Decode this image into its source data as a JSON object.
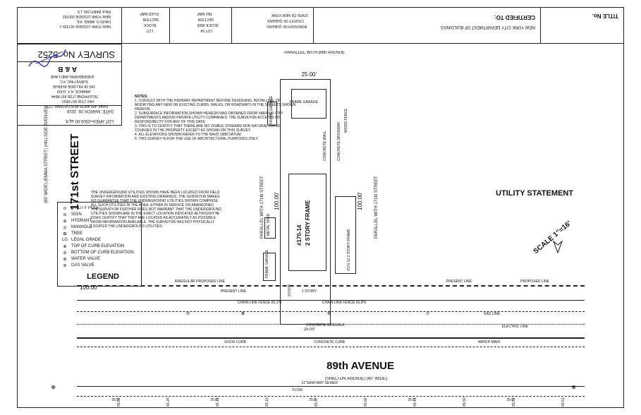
{
  "title_block": {
    "title_no_label": "TITLE No.",
    "certified_to_label": "CERTIFIED TO:",
    "certified_to_value": "NEW YORK CITY DEPARTMENT OF BUILDINGS"
  },
  "location_block": {
    "state": "STATE OF NEW YORK",
    "county": "COUNTY OF QUEENS",
    "borough": "BOROUGH OF QUEENS",
    "tax_map": "TAX MAP",
    "section": "SECTION",
    "block": "BLOCK 9805",
    "lot": "LOT 54",
    "filed_map": "FILED MAP",
    "section2": "SECTION",
    "block2": "BLOCK",
    "lot2": "LOT"
  },
  "surveyor": {
    "name1": "PAUL BARYLSKI, LS",
    "license1": "NEW YORK LICENSE 050782",
    "name2": "DAVID O. ABADI, P.E.",
    "license2": "NEW YORK LICENSE 067335-1",
    "survey_no": "SURVEY No. 5252",
    "date": "DATE: MARCH 28, 2018",
    "lot_area": "LOT AREA=2500.00 sq.ft."
  },
  "firm": {
    "name": "A & B",
    "line1": "ENGINEERING AND LAND",
    "line2": "SURVEYING, P.C.",
    "line3": "150-18 HILLSIDE AVENUE",
    "line4": "JAMAICA, N.Y. 11432",
    "line5": "TELEPHONE (718) 657-8644",
    "line6": "FAX (718) 657-8553",
    "line7": "EMAIL ABLANDSURVEY@GMAIL.COM"
  },
  "notes": {
    "heading": "NOTES:",
    "lines": [
      "1. CONSULT WITH THE HIGHWAY DEPARTMENT BEFORE DESIGNING, INSTALLING, OR",
      "MODIFYING ANY NEW OR EXISTING CURBS, WALKS, OR ROADWAYS IN THE STREETS SHOWN",
      "HEREON.",
      "2. SUBSURFACE INFORMATION SHOWN HEREON WAS OBTAINED FROM VARIOUS CITY",
      "DEPARTMENTS AND/OR PRIVATE UTILITY COMPANIES. THE SURVEYOR ACCEPTS NO",
      "RESPONSIBILITY FOR ANY OF THIS DATA.",
      "3. THIS IS TO CERTIFY THAT THERE ARE NO VISIBLE STREAMS NOR NATURAL WATER",
      "COURSES IN THE PROPERTY EXCEPT AS SHOWN ON THIS SURVEY.",
      "4. ALL ELEVATIONS SHOWN REFER TO THE NAVD 1988 DATUM.",
      "5. THIS SURVEY IS FOR THE USE OF ARCHITECTURAL PURPOSES ONLY."
    ]
  },
  "utility_statement": {
    "heading": "UTILITY STATEMENT",
    "lines": [
      "THE UNDERGROUND UTILITIES SHOWN HAVE BEEN LOCATED FROM FIELD",
      "SURVEY INFORMATION AND EXISTING DRAWINGS. THE SURVEYOR MAKES",
      "NO GUARANTEE THAT THE UNDERGROUND UTILITIES SHOWN COMPRISE",
      "ALL SUCH UTILITIES IN THE AREA, EITHER IN SERVICE OR ABANDONED.",
      "THE SURVEYOR FURTHER DOES NOT WARRANT THAT THE UNDERGROUND",
      "UTILITIES SHOWN ARE IN THE EXACT LOCATION INDICATED ALTHOUGH HE",
      "DOES CERTIFY THAT THEY ARE LOCATED AS ACCURATELY AS POSSIBLE",
      "FROM INFORMATION AVAILABLE. THE SURVEYOR HAS NOT PHYSICALLY",
      "LOCATED THE UNDERGROUND UTILITIES."
    ]
  },
  "scale": "SCALE 1\"=16'",
  "legend": {
    "heading": "LEGEND",
    "items": [
      {
        "symbol": "⊙",
        "label": "UTILITY POLE"
      },
      {
        "symbol": "⊖",
        "label": "SIGN"
      },
      {
        "symbol": "⊕",
        "label": "HYDRANT"
      },
      {
        "symbol": "◎",
        "label": "MANHOLE"
      },
      {
        "symbol": "✿",
        "label": "TREE"
      },
      {
        "symbol": "LG",
        "label": "LEGAL GRADE"
      },
      {
        "symbol": "⊗",
        "label": "TOP OF CURB ELEVATION"
      },
      {
        "symbol": "⊘",
        "label": "BOTTOM OF CURB ELEVATION"
      },
      {
        "symbol": "⊛",
        "label": "WATER VALVE"
      },
      {
        "symbol": "⊚",
        "label": "GAS VALVE"
      }
    ]
  },
  "streets": {
    "north_avenue": "PARALLEL WITH 89th AVENUE",
    "main_avenue": "89th AVENUE",
    "main_avenue_alt": "(SHELTON AVENUE) (60' WIDE)",
    "side_street": "171st STREET",
    "side_street_alt": "(60' WIDE) (EMMA STREET) (HILLSIDE AVENUE)",
    "parallel_left": "PARALLEL WITH 171th STREET",
    "parallel_right": "PARALLEL WITH 171th STREET"
  },
  "dimensions": {
    "lot_width_top": "25.00'",
    "lot_width_bottom": "25.00'",
    "lot_depth_left": "100.00'",
    "lot_depth_right": "100.00'",
    "corner_distance": "100.00'"
  },
  "buildings": {
    "main": "2 STORY FRAME",
    "main_number": "#170-14",
    "adjacent": "#170-12 2 STORY FRAME",
    "garage_rear": "FRAME GARAGE",
    "garage_left": "FRAME GARAGE",
    "frame_garage_far": "FRAME GARAGE",
    "shed": "METAL SHED",
    "wood_fence": "WOOD FENCE",
    "concrete_wall": "CONCRETE WALL",
    "concrete_driveway": "CONCRETE DRIVEWAY",
    "one_story": "1 STORY",
    "stoop": "STOOP"
  },
  "street_features": {
    "present_line": "PRESENT LINE",
    "proposed_line": "PROPOSED LINE",
    "irregular_line": "IRREGULAR PROPOSED LINE",
    "gas_line": "GAS LINE",
    "electric_line": "ELECTRIC LINE",
    "water_main": "WATER MAIN",
    "chain_fence_1": "CHAIN LINK FENCE 65.8'N",
    "chain_fence_2": "CHAIN LINK FENCE 65.1'N",
    "sidewalk": "CONCRETE SIDEWALK",
    "curb": "CONCRETE CURB",
    "sewer": "12\"SANITARY SEWER",
    "flow": "FLOW",
    "good_curb": "GOOD CURB"
  },
  "elevations": [
    "65.51",
    "65.53",
    "65.50",
    "65.41",
    "65.66",
    "65.37",
    "65.10",
    "65.16",
    "65.24",
    "65.66"
  ],
  "offsets": [
    "25.0'",
    "25.0'",
    "25.0'",
    "25.0'",
    "25.0'"
  ]
}
